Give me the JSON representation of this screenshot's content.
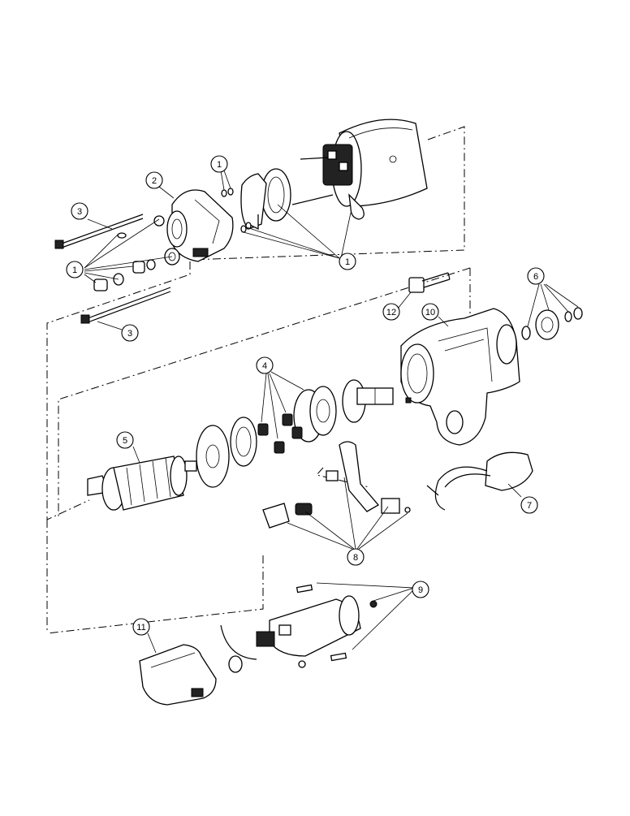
{
  "callouts": {
    "c1a": "1",
    "c1b": "1",
    "c1c": "1",
    "c2": "2",
    "c3a": "3",
    "c3b": "3",
    "c4": "4",
    "c5": "5",
    "c6": "6",
    "c7": "7",
    "c8": "8",
    "c9": "9",
    "c10": "10",
    "c11": "11",
    "c12": "12"
  }
}
